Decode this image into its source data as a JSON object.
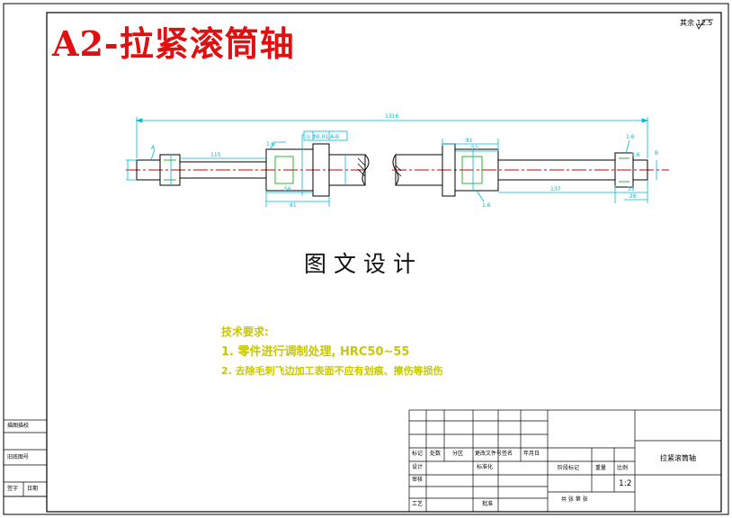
{
  "header": {
    "title": "A2-拉紧滚筒轴"
  },
  "watermark": {
    "text": "图文设计"
  },
  "roughness": {
    "label": "其余",
    "value": "12.5"
  },
  "technical_requirements": {
    "heading": "技术要求:",
    "items": [
      "1. 零件进行调制处理, HRC50~55",
      "2. 去除毛刺飞边加工表面不应有划痕、擦伤等损伤"
    ]
  },
  "dimensions": {
    "overall_length": "1316",
    "d115": "115",
    "d81_left": "81",
    "d56_left": "56",
    "d81_right": "81",
    "d52_right": "52",
    "d137": "137",
    "d35": "35",
    "d26": "26",
    "surface_16": "1.6",
    "tolerance_frame": "◎ Φ0.01 A-B",
    "datum_a": "A",
    "datum_b": "B"
  },
  "left_margin": {
    "label1": "描图描校",
    "label2": "旧底图号",
    "label3": "签字",
    "label4": "日期"
  },
  "title_block": {
    "part_name": "拉紧滚筒轴",
    "scale_label": "比例",
    "scale_value": "1:2",
    "weight_label": "重量",
    "stage_label": "阶段标记",
    "sheet_label": "共  张  第  张",
    "rev_labels": [
      "标记",
      "处数",
      "分区",
      "更改文件号",
      "签名",
      "年月日"
    ],
    "designer": "设计",
    "standardize": "标准化",
    "review": "审核",
    "process": "工艺",
    "approve": "批准"
  }
}
